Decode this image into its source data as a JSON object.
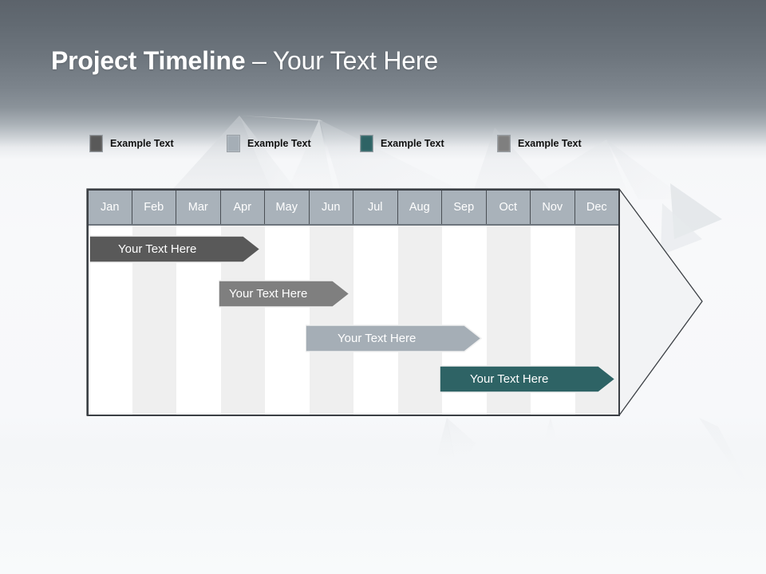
{
  "slide": {
    "title_strong": "Project Timeline",
    "title_light": " – Your Text Here"
  },
  "colors": {
    "title_text": "#ffffff",
    "header_fill": "#a9b2ba",
    "bar_dark_gray": "#595959",
    "bar_mid_gray": "#7f7f7f",
    "bar_light_blue_gray": "#a5aeb6",
    "bar_teal": "#2e6365",
    "grid_line": "#3b3f44",
    "column_alt": "#efefef",
    "column_base": "#ffffff",
    "background_top": "#5c636b",
    "background_bottom": "#f8fafb"
  },
  "legend": {
    "items": [
      {
        "label": "Example Text",
        "color": "#595959",
        "x": 0
      },
      {
        "label": "Example Text",
        "color": "#a5aeb6",
        "x": 172
      },
      {
        "label": "Example Text",
        "color": "#2e6365",
        "x": 339
      },
      {
        "label": "Example Text",
        "color": "#7f7f7f",
        "x": 511
      }
    ]
  },
  "chart_data": {
    "type": "bar",
    "title": "Project Timeline – Your Text Here",
    "xlabel": "",
    "ylabel": "",
    "orientation": "horizontal",
    "categories": [
      "Jan",
      "Feb",
      "Mar",
      "Apr",
      "May",
      "Jun",
      "Jul",
      "Aug",
      "Sep",
      "Oct",
      "Nov",
      "Dec"
    ],
    "legend": [
      "Example Text",
      "Example Text",
      "Example Text",
      "Example Text"
    ],
    "legend_position": "top",
    "grid": true,
    "series": [
      {
        "name": "Example Text",
        "label": "Your  Text Here",
        "color": "#595959",
        "start_month": "Jan",
        "end_month": "Apr",
        "start_index": 0,
        "span": 3.85,
        "row": 0
      },
      {
        "name": "Example Text",
        "label": "Your  Text Here",
        "color": "#7f7f7f",
        "start_month": "Apr",
        "end_month": "Jun",
        "start_index": 2.95,
        "span": 2.95,
        "row": 1
      },
      {
        "name": "Example Text",
        "label": "Your  Text Here",
        "color": "#a5aeb6",
        "start_month": "Jun",
        "end_month": "Sep",
        "start_index": 4.9,
        "span": 3.95,
        "row": 2
      },
      {
        "name": "Example Text",
        "label": "Your  Text Here",
        "color": "#2e6365",
        "start_month": "Sep",
        "end_month": "Dec",
        "start_index": 7.95,
        "span": 3.95,
        "row": 3
      }
    ]
  }
}
